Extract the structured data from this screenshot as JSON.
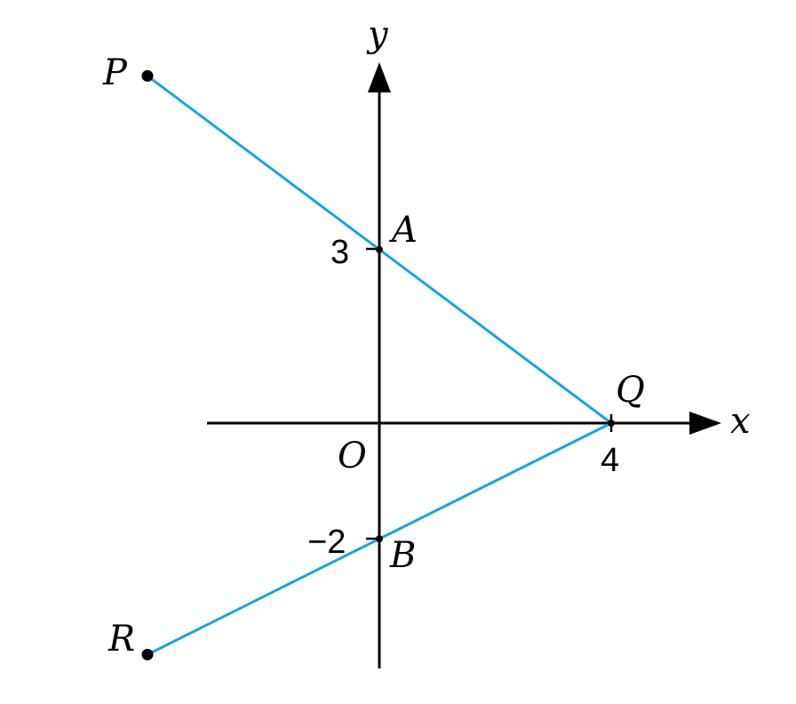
{
  "axes": {
    "x_label": "x",
    "y_label": "y",
    "origin_label": "O"
  },
  "ticks": {
    "y_positive": "3",
    "y_negative": "−2",
    "x_positive": "4"
  },
  "points": {
    "P": {
      "label": "P",
      "x": -4,
      "y": 6
    },
    "A": {
      "label": "A",
      "x": 0,
      "y": 3
    },
    "Q": {
      "label": "Q",
      "x": 4,
      "y": 0
    },
    "B": {
      "label": "B",
      "x": 0,
      "y": -2
    },
    "R": {
      "label": "R",
      "x": -4,
      "y": -4
    }
  },
  "colors": {
    "segment": "#1aa3e0",
    "axis": "#000000"
  }
}
